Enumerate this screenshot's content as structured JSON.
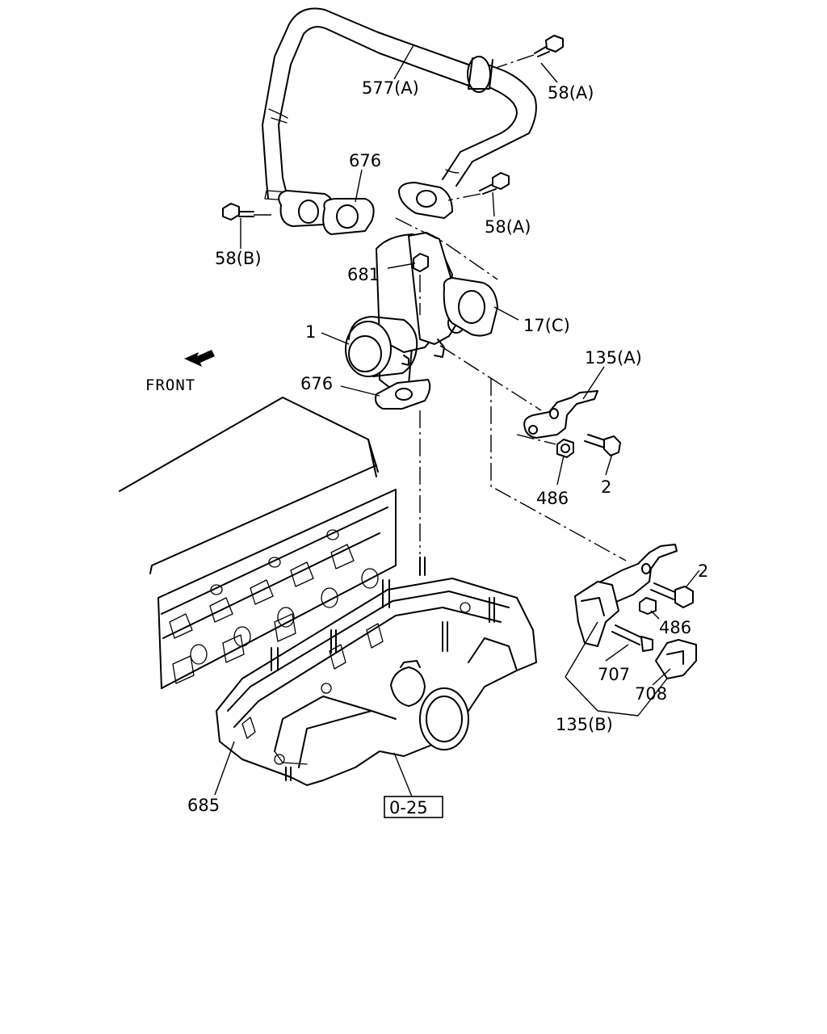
{
  "diagram": {
    "front_label": "FRONT",
    "ref_box": "0-25",
    "callouts": {
      "pipe": "577(A)",
      "bolt_pipe_upper": "58(A)",
      "bolt_pipe_lower": "58(A)",
      "bolt_left": "58(B)",
      "gasket_upper": "676",
      "nut_top": "681",
      "gasket_valve": "17(C)",
      "egr_valve": "1",
      "gasket_lower": "676",
      "bracket_a": "135(A)",
      "nut_a": "486",
      "bolt_a": "2",
      "bolt_b": "2",
      "nut_b": "486",
      "stud": "707",
      "clip": "708",
      "bracket_b": "135(B)",
      "manifold": "685"
    }
  }
}
